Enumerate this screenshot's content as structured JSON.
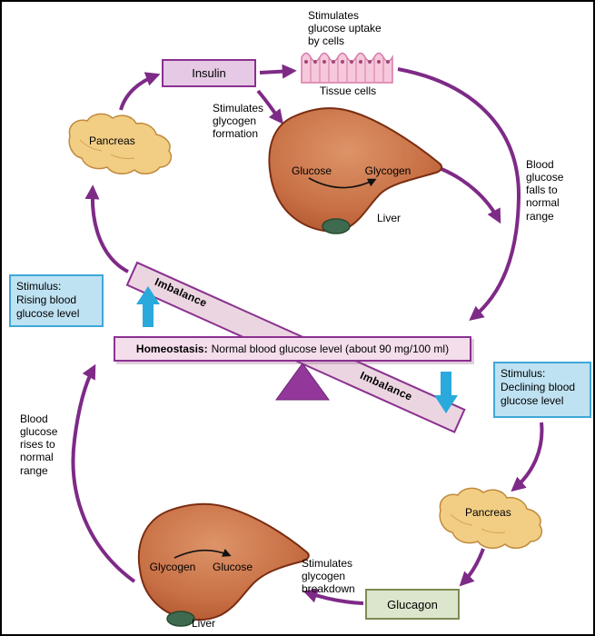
{
  "figure": "Negative feedback regulation of blood glucose homeostasis",
  "colors": {
    "arrow_purple": "#7E2A87",
    "arrow_cyan": "#2AA9DC",
    "beam_fill": "#EBD5E1",
    "beam_border": "#8B3090",
    "homeostasis_fill": "#F4DEEC",
    "insulin_fill": "#E5C9E5",
    "stimulus_fill": "#BFE2F2",
    "stimulus_border": "#3FA8D8",
    "glucagon_fill": "#DCE6CC",
    "glucagon_border": "#7C8B52",
    "fulcrum_purple": "#93379B",
    "liver_fill": "#C86F45",
    "pancreas_fill": "#F2CE84",
    "tissue_pink": "#F6C8DC"
  },
  "top": {
    "insulin_label": "Insulin",
    "uptake_note": "Stimulates\nglucose uptake\nby cells",
    "tissue_label": "Tissue cells",
    "glycogen_formation_note": "Stimulates\nglycogen\nformation",
    "pancreas_label": "Pancreas",
    "liver": {
      "label": "Liver",
      "from": "Glucose",
      "to": "Glycogen"
    },
    "falls_note": "Blood\nglucose\nfalls to\nnormal\nrange"
  },
  "middle": {
    "imbalance_left": "Imbalance",
    "imbalance_right": "Imbalance",
    "homeostasis_bold": "Homeostasis:",
    "homeostasis_text": "Normal blood glucose level (about 90 mg/100 ml)",
    "stimulus_left": "Stimulus:\nRising blood\nglucose level",
    "stimulus_right": "Stimulus:\nDeclining blood\nglucose level"
  },
  "bottom": {
    "rises_note": "Blood\nglucose\nrises to\nnormal\nrange",
    "liver": {
      "label": "Liver",
      "from": "Glycogen",
      "to": "Glucose"
    },
    "breakdown_note": "Stimulates\nglycogen\nbreakdown",
    "glucagon_label": "Glucagon",
    "pancreas_label": "Pancreas"
  }
}
